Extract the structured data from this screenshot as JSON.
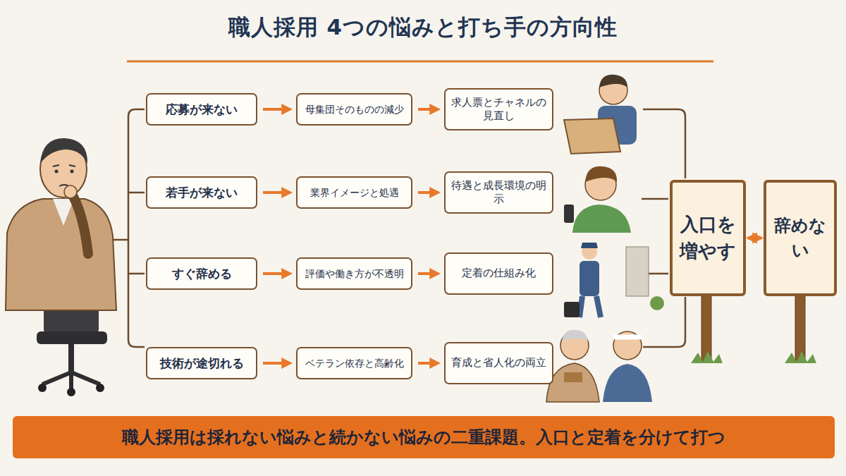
{
  "diagram": {
    "title": "職人採用 4つの悩みと打ち手の方向性",
    "caption": "職人採用は採れない悩みと続かない悩みの二重課題。入口と定着を分けて打つ",
    "nodes": [
      {
        "text": [
          "応募が来ない"
        ]
      },
      {
        "text": [
          "母集団そのものの減少"
        ]
      },
      {
        "text": [
          "求人票とチャネルの見直し"
        ]
      },
      {
        "text": [
          "若手が来ない"
        ]
      },
      {
        "text": [
          "業界イメージと処遇"
        ]
      },
      {
        "text": [
          "待遇と成長環境の明示"
        ]
      },
      {
        "text": [
          "すぐ辞める"
        ]
      },
      {
        "text": [
          "評価や働き方が不透明"
        ]
      },
      {
        "text": [
          "定着の仕組み化"
        ]
      },
      {
        "text": [
          "技術が途切れる"
        ]
      },
      {
        "text": [
          "ベテラン依存と高齢化"
        ]
      },
      {
        "text": [
          "育成と省人化の両立"
        ]
      },
      {
        "text": [
          "入口を増やす"
        ]
      },
      {
        "text": [
          "辞めない"
        ]
      }
    ],
    "edges": [
      {
        "from": 0,
        "to": 1,
        "arrow": "to"
      },
      {
        "from": 1,
        "to": 2,
        "arrow": "to"
      },
      {
        "from": 3,
        "to": 4,
        "arrow": "to"
      },
      {
        "from": 4,
        "to": 5,
        "arrow": "to"
      },
      {
        "from": 6,
        "to": 7,
        "arrow": "to"
      },
      {
        "from": 7,
        "to": 8,
        "arrow": "to"
      },
      {
        "from": 9,
        "to": 10,
        "arrow": "to"
      },
      {
        "from": 10,
        "to": 11,
        "arrow": "to"
      },
      {
        "from": 12,
        "to": 13,
        "arrow": "both"
      }
    ]
  }
}
